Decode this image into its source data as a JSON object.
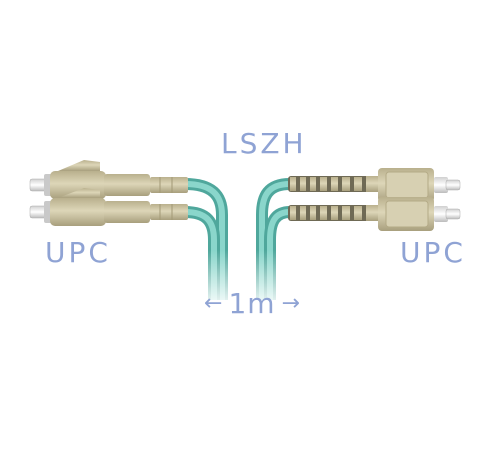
{
  "labels": {
    "jacket_type": "LSZH",
    "left_polish": "UPC",
    "right_polish": "UPC",
    "length": "1m",
    "arrow_left": "←",
    "arrow_right": "→"
  },
  "colors": {
    "cable": "#7fcfc4",
    "connector_body": "#cdc5a3",
    "label_text": "#8fa3d4"
  },
  "icons": {
    "left_connector": "lc-duplex-connector-icon",
    "right_connector": "sc-duplex-connector-icon"
  }
}
